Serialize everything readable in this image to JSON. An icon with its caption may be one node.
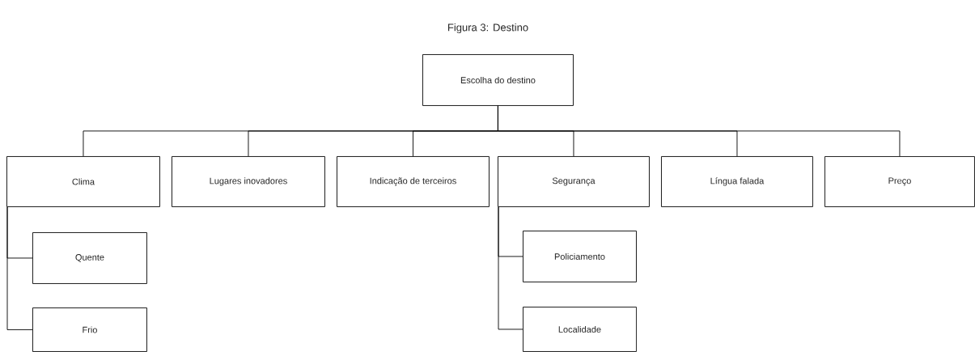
{
  "diagram": {
    "title": "Figura 3: Destino",
    "nodes": [
      {
        "text": [
          "Escolha do destino"
        ]
      },
      {
        "text": [
          "Clima"
        ]
      },
      {
        "text": [
          "Lugares inovadores"
        ]
      },
      {
        "text": [
          "Indicação de terceiros"
        ]
      },
      {
        "text": [
          "Segurança"
        ]
      },
      {
        "text": [
          "Língua falada"
        ]
      },
      {
        "text": [
          "Preço"
        ]
      },
      {
        "text": [
          "Quente"
        ]
      },
      {
        "text": [
          "Frio"
        ]
      },
      {
        "text": [
          "Policiamento"
        ]
      },
      {
        "text": [
          "Localidade"
        ]
      }
    ],
    "edges": [
      {
        "from": 0,
        "to": 1,
        "arrow": "none"
      },
      {
        "from": 0,
        "to": 2,
        "arrow": "none"
      },
      {
        "from": 0,
        "to": 3,
        "arrow": "none"
      },
      {
        "from": 0,
        "to": 4,
        "arrow": "none"
      },
      {
        "from": 0,
        "to": 5,
        "arrow": "none"
      },
      {
        "from": 0,
        "to": 6,
        "arrow": "none"
      },
      {
        "from": 1,
        "to": 7,
        "arrow": "none"
      },
      {
        "from": 1,
        "to": 8,
        "arrow": "none"
      },
      {
        "from": 4,
        "to": 9,
        "arrow": "none"
      },
      {
        "from": 4,
        "to": 10,
        "arrow": "none"
      }
    ]
  }
}
